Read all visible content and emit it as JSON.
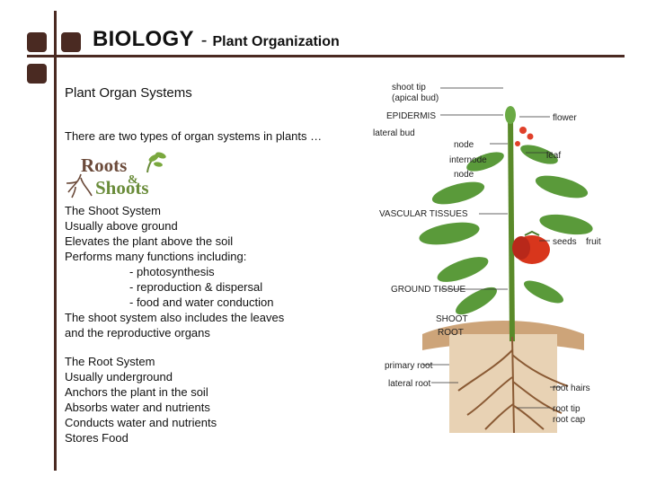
{
  "header": {
    "title": "BIOLOGY",
    "separator": "-",
    "subtitle": "Plant Organization"
  },
  "heading": "Plant Organ Systems",
  "intro": "There are two types of organ systems in plants …",
  "logo": {
    "word1": "Roots",
    "word2": "Shoots",
    "ampersand": "&"
  },
  "shoot": {
    "title": "The Shoot System",
    "lines": [
      "Usually above ground",
      "Elevates the plant above the soil",
      "Performs many functions including:"
    ],
    "functions": [
      "- photosynthesis",
      "- reproduction & dispersal",
      "- food and water conduction"
    ],
    "closing": [
      "The shoot system also includes the leaves",
      "and the reproductive organs"
    ]
  },
  "root": {
    "title": "The Root System",
    "lines": [
      "Usually underground",
      "Anchors the plant in the soil",
      "Absorbs water and nutrients",
      "Conducts water and nutrients",
      "Stores Food"
    ]
  },
  "diagram": {
    "labels": {
      "shoot_tip_1": "shoot tip",
      "shoot_tip_2": "(apical bud)",
      "epidermis": "EPIDERMIS",
      "flower": "flower",
      "lateral_bud": "lateral bud",
      "node1": "node",
      "internode": "internode",
      "node2": "node",
      "leaf": "leaf",
      "vascular": "VASCULAR TISSUES",
      "seeds": "seeds",
      "fruit": "fruit",
      "ground": "GROUND TISSUE",
      "shoot": "SHOOT",
      "root": "ROOT",
      "primary_root": "primary root",
      "lateral_root": "lateral root",
      "root_hairs": "root hairs",
      "root_tip": "root tip",
      "root_cap": "root cap"
    }
  },
  "colors": {
    "accent": "#4a2a22",
    "leaf": "#5a9a3a",
    "fruit": "#d8361c",
    "soil": "#c89a6a",
    "flower": "#e0402a"
  }
}
